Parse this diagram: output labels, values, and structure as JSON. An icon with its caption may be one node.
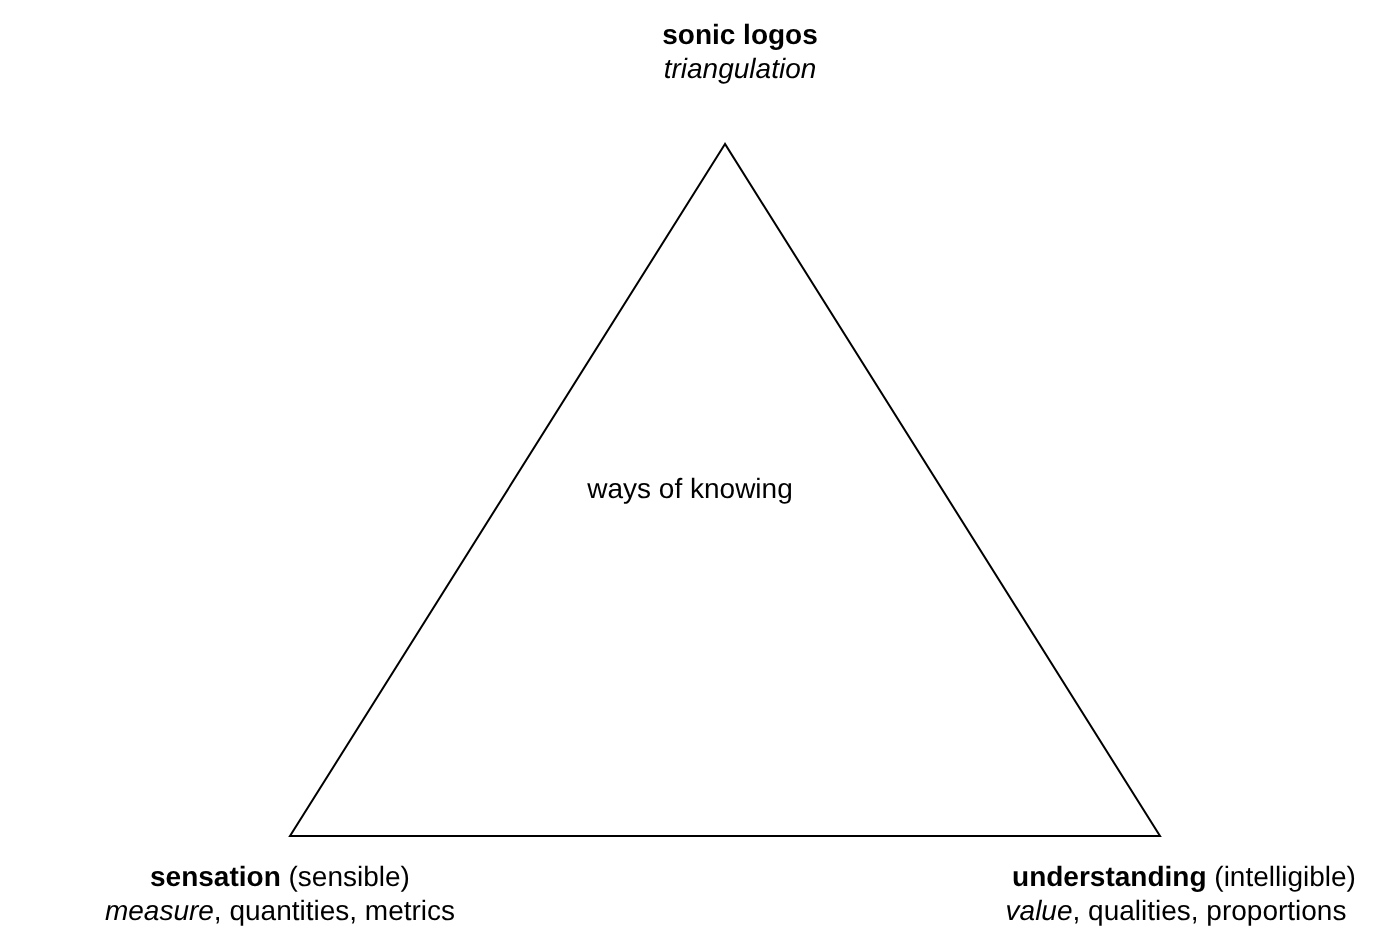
{
  "diagram": {
    "nodes": [
      {
        "text": [
          "ways of knowing"
        ]
      }
    ],
    "labels": [
      "sonic logos",
      "triangulation",
      "**sensation** (sensible)",
      "*measure*, quantities, metrics",
      "**understanding** (intelligible)",
      "*value*, qualities, proportions"
    ]
  }
}
